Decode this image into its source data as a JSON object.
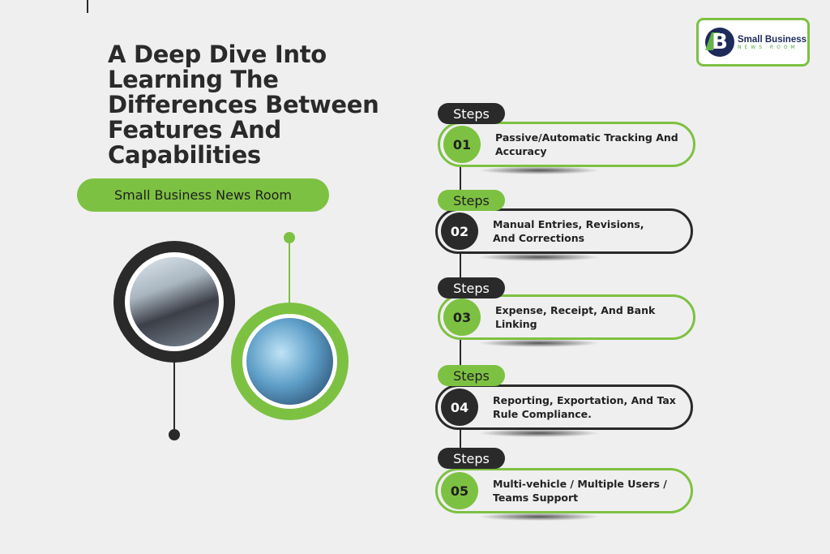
{
  "title": "A Deep Dive Into Learning The Differences Between Features And Capabilities",
  "subtitle": "Small Business News Room",
  "logo": {
    "name": "Small Business",
    "tagline": "NEWS ROOM",
    "letter": "B"
  },
  "colors": {
    "green": "#7dc142",
    "dark": "#2a2a2a"
  },
  "steps": [
    {
      "tag": "Steps",
      "number": "01",
      "text": "Passive/Automatic Tracking And Accuracy"
    },
    {
      "tag": "Steps",
      "number": "02",
      "text": "Manual Entries, Revisions, And Corrections"
    },
    {
      "tag": "Steps",
      "number": "03",
      "text": "Expense, Receipt, And Bank Linking"
    },
    {
      "tag": "Steps",
      "number": "04",
      "text": "Reporting, Exportation, And Tax Rule Compliance."
    },
    {
      "tag": "Steps",
      "number": "05",
      "text": "Multi-vehicle / Multiple Users / Teams Support"
    }
  ]
}
